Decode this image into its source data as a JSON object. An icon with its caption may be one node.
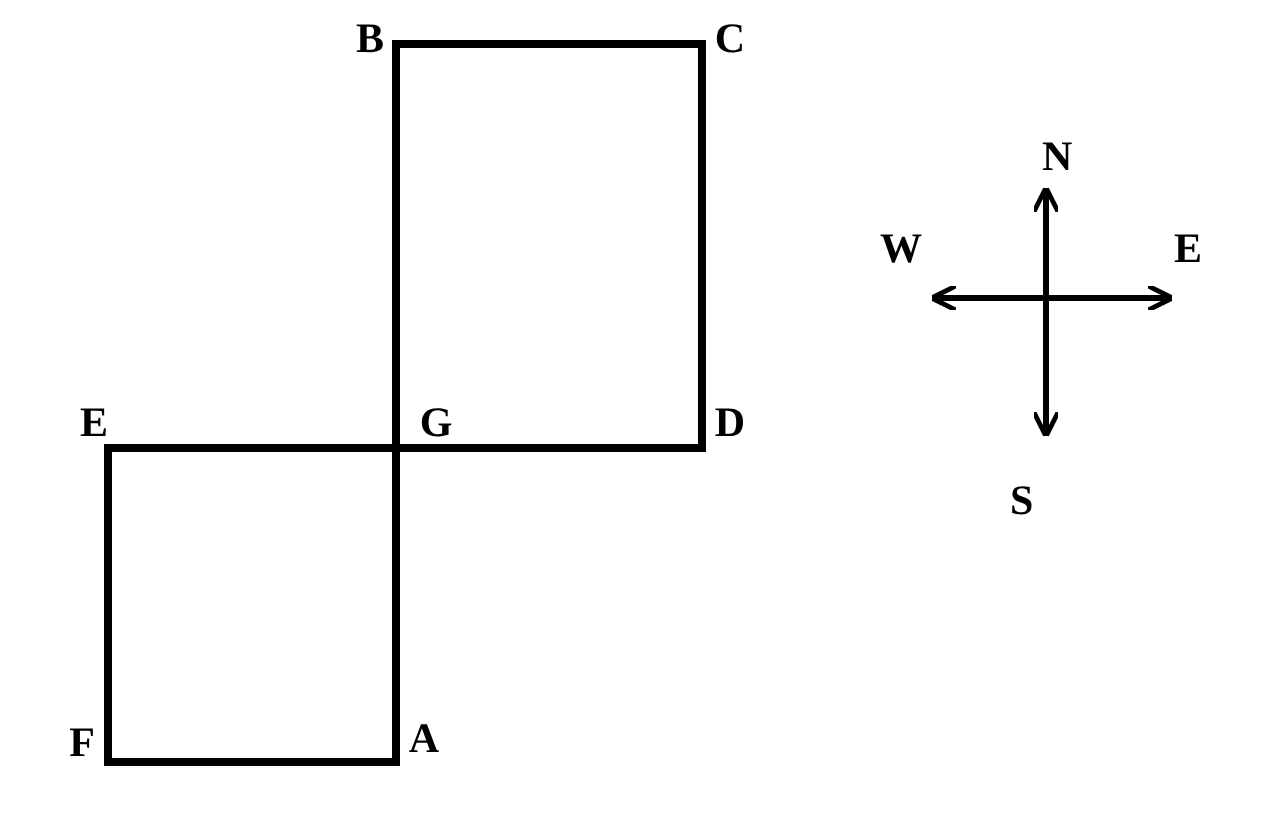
{
  "diagram": {
    "nodes": [
      {
        "text": [
          "B"
        ]
      },
      {
        "text": [
          "C"
        ]
      },
      {
        "text": [
          "E"
        ]
      },
      {
        "text": [
          "G"
        ]
      },
      {
        "text": [
          "D"
        ]
      },
      {
        "text": [
          "F"
        ]
      },
      {
        "text": [
          "A"
        ]
      }
    ],
    "edges": [
      {
        "from": 6,
        "to": 3,
        "arrow": "none"
      },
      {
        "from": 3,
        "to": 0,
        "arrow": "none"
      },
      {
        "from": 0,
        "to": 1,
        "arrow": "none"
      },
      {
        "from": 1,
        "to": 4,
        "arrow": "none"
      },
      {
        "from": 4,
        "to": 3,
        "arrow": "none"
      },
      {
        "from": 3,
        "to": 2,
        "arrow": "none"
      },
      {
        "from": 2,
        "to": 5,
        "arrow": "none"
      },
      {
        "from": 5,
        "to": 6,
        "arrow": "none"
      }
    ],
    "labels": [
      "N",
      "W",
      "E",
      "S"
    ]
  }
}
